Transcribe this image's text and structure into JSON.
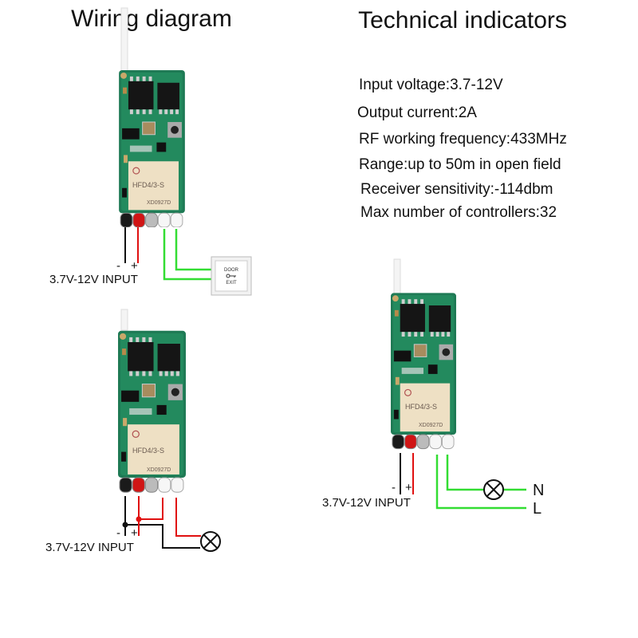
{
  "titles": {
    "wiring": "Wiring diagram",
    "technical": "Technical indicators"
  },
  "specs": [
    "Input voltage:3.7-12V",
    "Output current:2A",
    "RF working frequency:433MHz",
    "Range:up to 50m in open field",
    "Receiver sensitivity:-114dbm",
    "Max number of controllers:32"
  ],
  "board": {
    "relay_model": "HFD4/3-S",
    "relay_code": "XD0927D"
  },
  "labels": {
    "minus": "-",
    "plus": "+",
    "input": "3.7V-12V  INPUT",
    "neutral": "N",
    "live": "L"
  },
  "door_button": {
    "top": "DOOR",
    "bottom": "EXIT"
  },
  "colors": {
    "pcb": "#1f7a55",
    "wire_positive": "#e01010",
    "wire_negative": "#111111",
    "wire_output": "#33dd33"
  },
  "icons": [
    "lamp-icon",
    "key-icon"
  ]
}
